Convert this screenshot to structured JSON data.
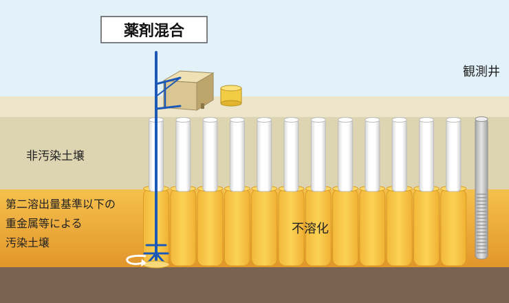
{
  "labels": {
    "chemical_mixing": "薬剤混合",
    "observation_well": "観測井",
    "uncontaminated_soil": "非汚染土壌",
    "contaminated_soil_line1": "第二溶出量基準以下の",
    "contaminated_soil_line2": "重金属等による",
    "contaminated_soil_line3": "汚染土壌",
    "insolubilization": "不溶化"
  },
  "colors": {
    "sky": "#e3f1f9",
    "upper_soil": "#ddd4b2",
    "contaminated_soil": "#f0b23c",
    "bedrock": "#7a6350",
    "column_fill": "#f9ca45",
    "pile": "#ffffff",
    "rig": "#1c59b6",
    "well": "#c6c6c6"
  }
}
